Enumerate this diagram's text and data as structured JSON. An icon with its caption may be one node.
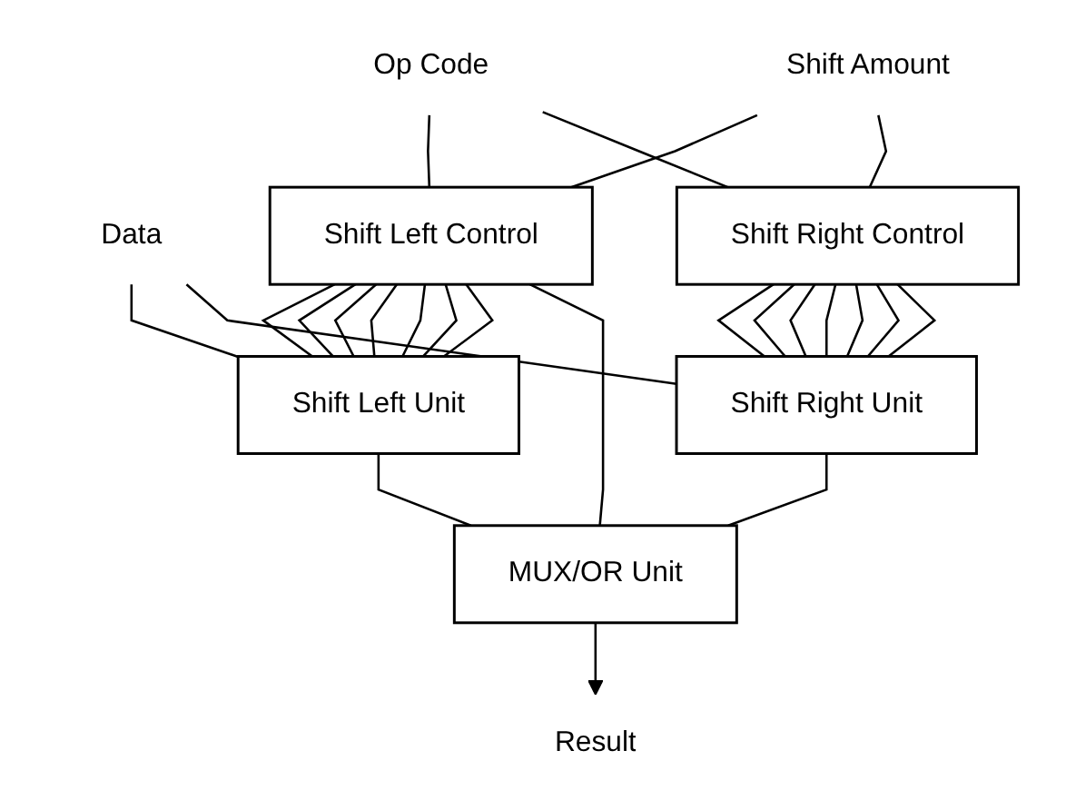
{
  "diagram": {
    "nodes": [
      {
        "text": [
          "Op Code"
        ]
      },
      {
        "text": [
          "Data"
        ]
      },
      {
        "text": [
          "Shift Amount"
        ]
      },
      {
        "text": [
          "Shift Left Control"
        ]
      },
      {
        "text": [
          "Shift Left Unit"
        ]
      },
      {
        "text": [
          "Shift Right Unit"
        ]
      },
      {
        "text": [
          "Shift Right Control"
        ]
      },
      {
        "text": [
          "MUX/OR Unit"
        ]
      },
      {
        "text": [
          "Result"
        ]
      }
    ],
    "edges": [
      {
        "from": 0,
        "to": 3,
        "arrow": "none"
      },
      {
        "from": 0,
        "to": 6,
        "arrow": "none"
      },
      {
        "from": 2,
        "to": 3,
        "arrow": "none"
      },
      {
        "from": 2,
        "to": 6,
        "arrow": "none"
      },
      {
        "from": 1,
        "to": 4,
        "arrow": "none"
      },
      {
        "from": 1,
        "to": 5,
        "arrow": "none"
      },
      {
        "from": 3,
        "to": 4,
        "arrow": "none"
      },
      {
        "from": 3,
        "to": 4,
        "arrow": "none"
      },
      {
        "from": 3,
        "to": 4,
        "arrow": "none"
      },
      {
        "from": 3,
        "to": 4,
        "arrow": "none"
      },
      {
        "from": 3,
        "to": 4,
        "arrow": "none"
      },
      {
        "from": 3,
        "to": 4,
        "arrow": "none"
      },
      {
        "from": 3,
        "to": 4,
        "arrow": "none"
      },
      {
        "from": 6,
        "to": 5,
        "arrow": "none"
      },
      {
        "from": 6,
        "to": 5,
        "arrow": "none"
      },
      {
        "from": 6,
        "to": 5,
        "arrow": "none"
      },
      {
        "from": 6,
        "to": 5,
        "arrow": "none"
      },
      {
        "from": 6,
        "to": 5,
        "arrow": "none"
      },
      {
        "from": 6,
        "to": 5,
        "arrow": "none"
      },
      {
        "from": 6,
        "to": 5,
        "arrow": "none"
      },
      {
        "from": 4,
        "to": 7,
        "arrow": "none"
      },
      {
        "from": 5,
        "to": 7,
        "arrow": "none"
      },
      {
        "from": 3,
        "to": 7,
        "arrow": "none"
      },
      {
        "from": 7,
        "to": 8,
        "arrow": "to"
      }
    ]
  }
}
